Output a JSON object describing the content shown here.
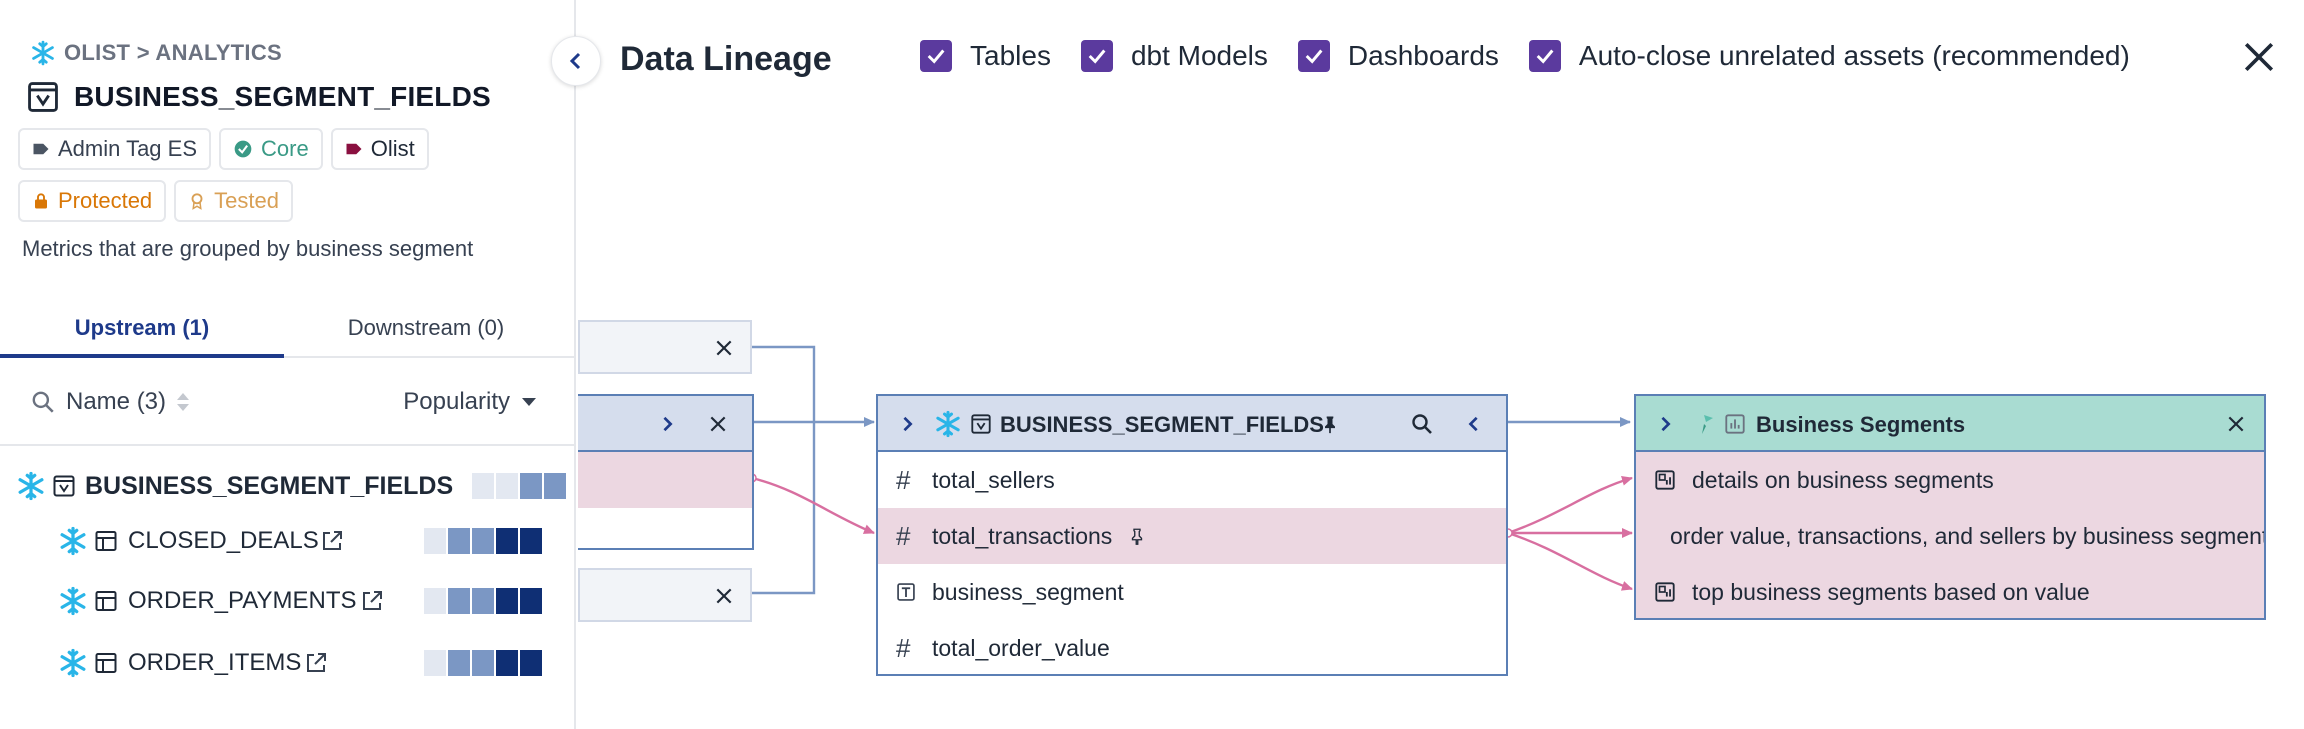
{
  "colors": {
    "accent": "#1e3a8a",
    "checkbox": "#5b3a9e",
    "node_border": "#5b7fb5",
    "node_header": "#d5dded",
    "dashboard_header": "#a9dcd2",
    "highlight_row": "#ecd7e1",
    "edge_blue": "#7b97c4",
    "edge_pink": "#d86fa0",
    "snowflake": "#29b5e8"
  },
  "sidebar": {
    "breadcrumb": "OLIST > ANALYTICS",
    "breadcrumb_icon": "snowflake-icon",
    "title": "BUSINESS_SEGMENT_FIELDS",
    "title_icon": "view-icon",
    "tags": [
      {
        "label": "Admin Tag ES",
        "icon": "tag-icon"
      },
      {
        "label": "Core",
        "icon": "check-circle-icon"
      },
      {
        "label": "Olist",
        "icon": "tag-icon"
      },
      {
        "label": "Protected",
        "icon": "lock-icon"
      },
      {
        "label": "Tested",
        "icon": "badge-icon"
      }
    ],
    "description": "Metrics that are grouped by business segment",
    "tabs": [
      {
        "label": "Upstream (1)",
        "active": true
      },
      {
        "label": "Downstream (0)",
        "active": false
      }
    ],
    "sort_name": "Name (3)",
    "sort_popularity": "Popularity",
    "tree": {
      "root": {
        "label": "BUSINESS_SEGMENT_FIELDS",
        "popularity": 2
      },
      "children": [
        {
          "label": "CLOSED_DEALS",
          "popularity": 4
        },
        {
          "label": "ORDER_PAYMENTS",
          "popularity": 4
        },
        {
          "label": "ORDER_ITEMS",
          "popularity": 4
        }
      ]
    }
  },
  "header": {
    "title": "Data Lineage",
    "filters": [
      {
        "label": "Tables",
        "checked": true
      },
      {
        "label": "dbt Models",
        "checked": true
      },
      {
        "label": "Dashboards",
        "checked": true
      },
      {
        "label": "Auto-close unrelated assets (recommended)",
        "checked": true
      }
    ]
  },
  "lineage": {
    "main_node": {
      "title": "BUSINESS_SEGMENT_FIELDS",
      "columns": [
        {
          "name": "total_sellers",
          "type": "number",
          "highlight": false,
          "pinned": false
        },
        {
          "name": "total_transactions",
          "type": "number",
          "highlight": true,
          "pinned": true
        },
        {
          "name": "business_segment",
          "type": "text",
          "highlight": false,
          "pinned": false
        },
        {
          "name": "total_order_value",
          "type": "number",
          "highlight": false,
          "pinned": false
        }
      ]
    },
    "dashboard_node": {
      "title": "Business Segments",
      "charts": [
        {
          "name": "details on business segments"
        },
        {
          "name": "order value, transactions, and sellers by business segment"
        },
        {
          "name": "top business segments based on value"
        }
      ]
    }
  }
}
